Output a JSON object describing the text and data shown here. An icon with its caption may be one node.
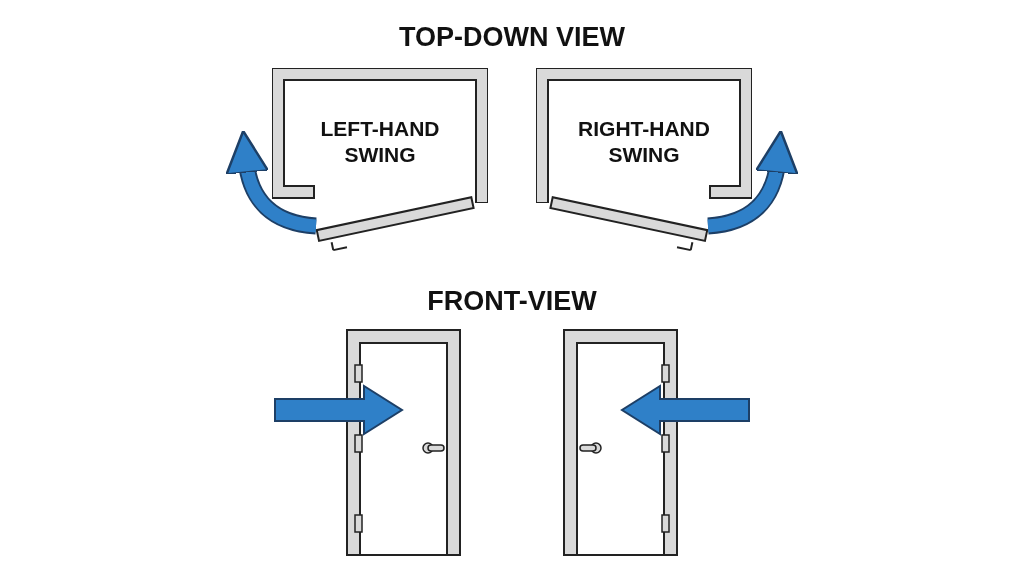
{
  "diagram": {
    "nodes": [
      {
        "text": [
          "LEFT-HAND SWING"
        ]
      },
      {
        "text": [
          "RIGHT-HAND SWING"
        ]
      }
    ],
    "labels": [
      "TOP-DOWN VIEW",
      "FRONT-VIEW"
    ]
  }
}
